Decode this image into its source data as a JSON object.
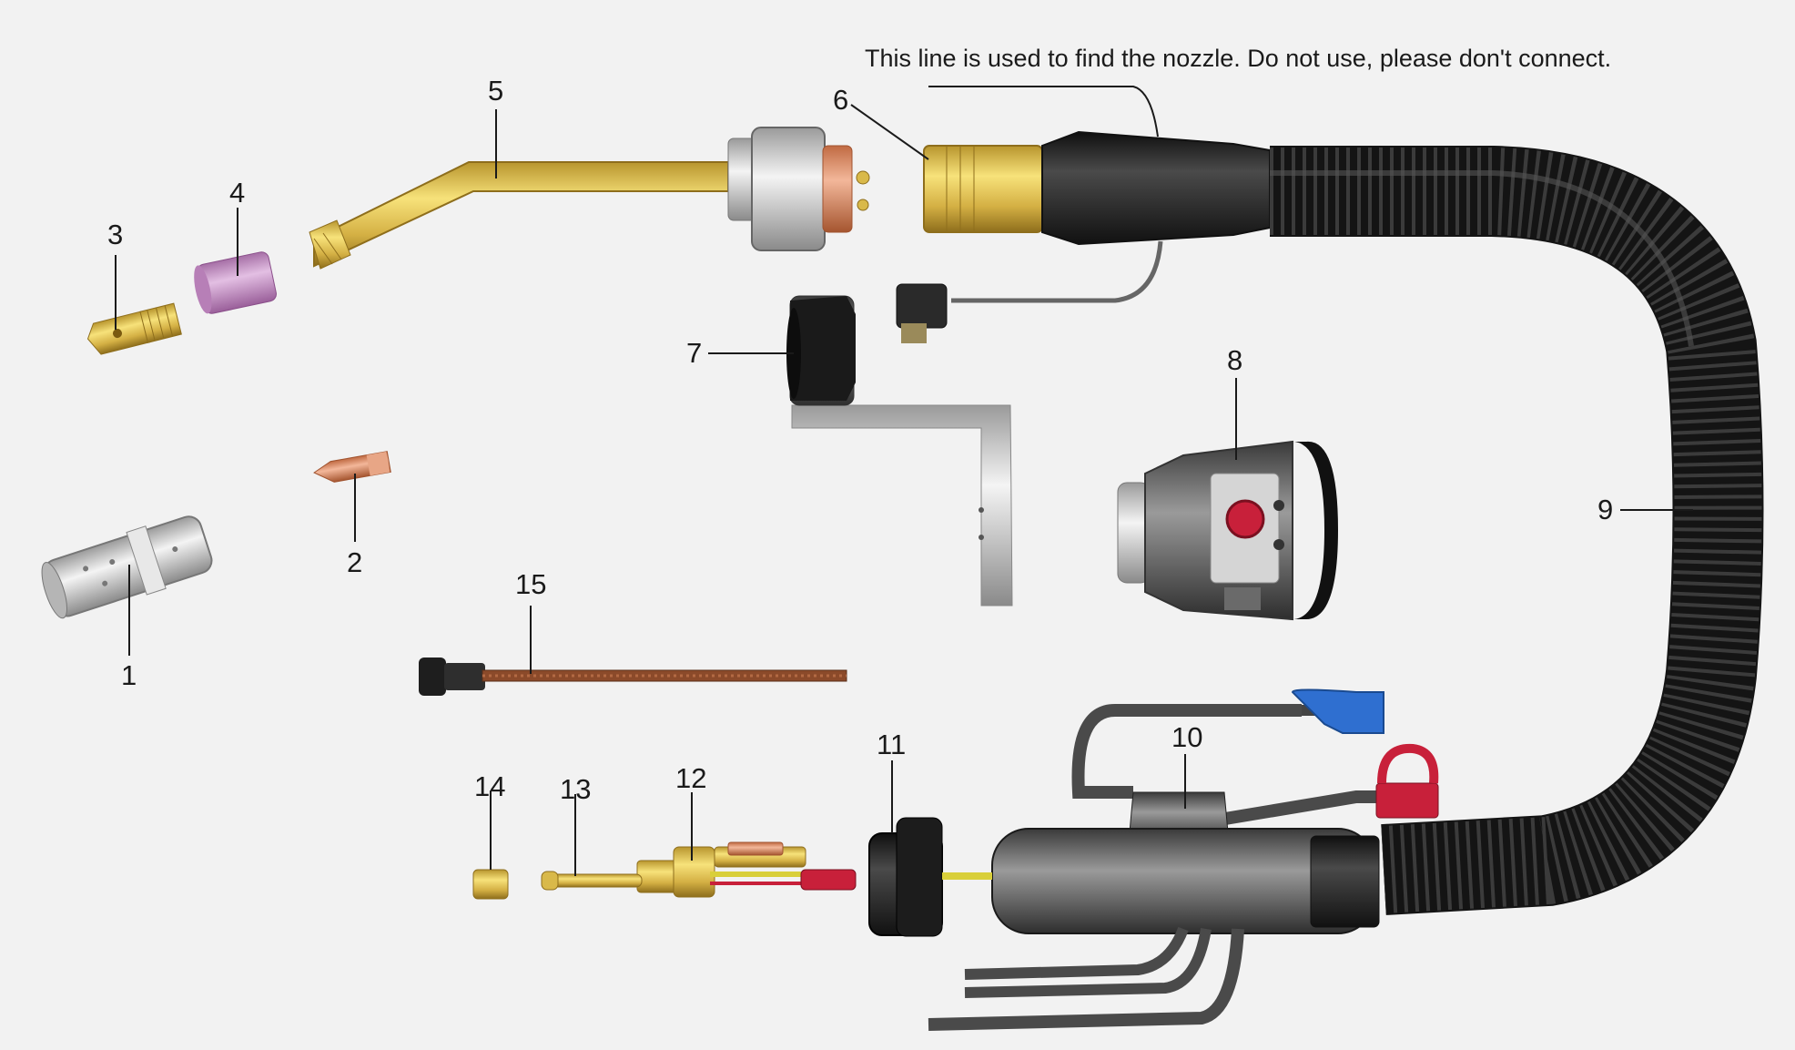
{
  "note": "This line is used to find the nozzle. Do not use, please don't connect.",
  "callouts": [
    "1",
    "2",
    "3",
    "4",
    "5",
    "6",
    "7",
    "8",
    "9",
    "10",
    "11",
    "12",
    "13",
    "14",
    "15"
  ],
  "colors": {
    "brass": "#d9b94a",
    "copper": "#d98a5e",
    "silver": "#c9c9c9",
    "ceramic": "#c98ec9",
    "black": "#1e1e1e",
    "cable_gray": "#6e6e6e",
    "connector_blue": "#2f6fd0",
    "connector_red": "#c8203a",
    "liner": "#8b4a2a"
  }
}
